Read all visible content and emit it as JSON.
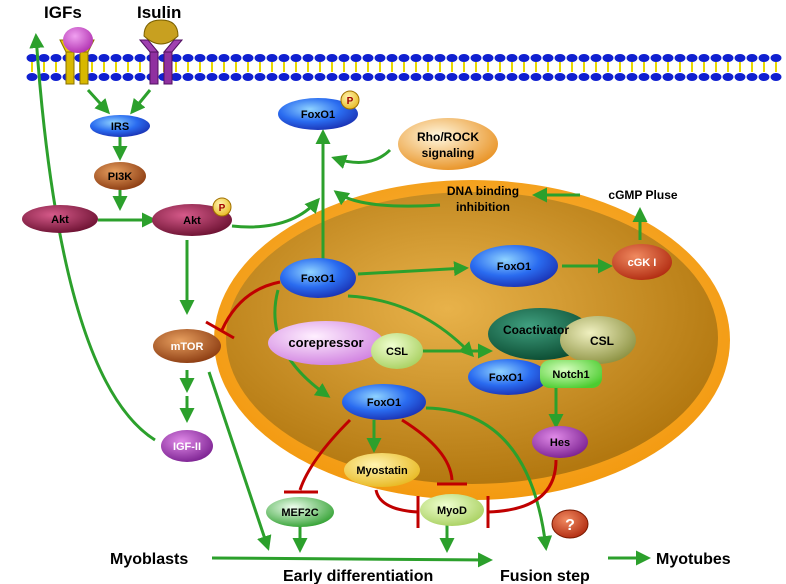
{
  "receptors": {
    "igfs": "IGFs",
    "insulin": "Isulin"
  },
  "cytoplasm": {
    "irs": "IRS",
    "pi3k": "PI3K",
    "akt": "Akt",
    "akt_p": "Akt",
    "mtor": "mTOR",
    "igf2": "IGF-II",
    "foxo1_p": "FoxO1",
    "phospho_mark": "P"
  },
  "signals": {
    "rho_rock_line1": "Rho/ROCK",
    "rho_rock_line2": "signaling",
    "dna_line1": "DNA binding",
    "dna_line2": "inhibition",
    "cgmp": "cGMP Pluse",
    "cgk": "cGK I"
  },
  "nucleus": {
    "foxo1_center": "FoxO1",
    "foxo1_right": "FoxO1",
    "corepressor": "corepressor",
    "csl": "CSL",
    "coactivator": "Coactivator",
    "csl_complex": "CSL",
    "foxo1_complex": "FoxO1",
    "notch1": "Notch1",
    "foxo1_lower": "FoxO1"
  },
  "targets": {
    "hes": "Hes",
    "myostatin": "Myostatin",
    "mef2c": "MEF2C",
    "myod": "MyoD",
    "question": "?"
  },
  "stages": {
    "myoblasts": "Myoblasts",
    "early": "Early differentiation",
    "fusion": "Fusion step",
    "myotubes": "Myotubes"
  },
  "colors": {
    "activation_arrow": "#2ca02c",
    "inhibition": "#c00000",
    "nucleus_outer": "#f7a21b",
    "nucleus_inner": "#c98a1a",
    "membrane_head": "#1020d0",
    "membrane_tail": "#e8d800"
  }
}
